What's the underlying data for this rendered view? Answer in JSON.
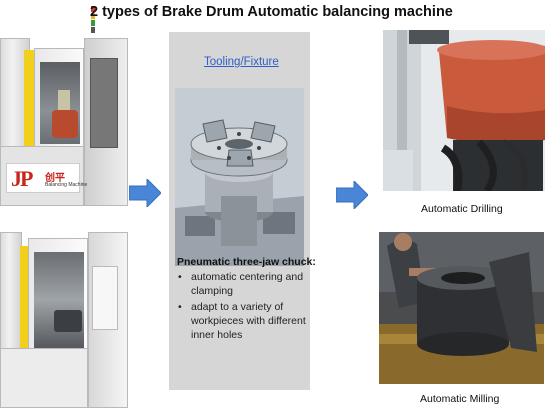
{
  "title": "2 types of Brake Drum Automatic balancing machine",
  "machine_logo": {
    "mark": "JP",
    "chinese": "创平",
    "subtitle": "Balancing Machine"
  },
  "center": {
    "link_text": "Tooling/Fixture",
    "heading": "Pneumatic three-jaw chuck:",
    "bullets": [
      "automatic centering and clamping",
      "adapt to a variety of workpieces with different inner holes"
    ]
  },
  "captions": {
    "drilling": "Automatic Drilling",
    "milling": "Automatic Milling"
  },
  "colors": {
    "arrow": "#4a86d8",
    "link": "#2f5fc4",
    "panel": "#d6d6d6",
    "drum": "#c95a3c",
    "logo_red": "#c6261c"
  },
  "icons": [
    "right-arrow-icon",
    "right-arrow-icon",
    "tower-light-icon"
  ]
}
